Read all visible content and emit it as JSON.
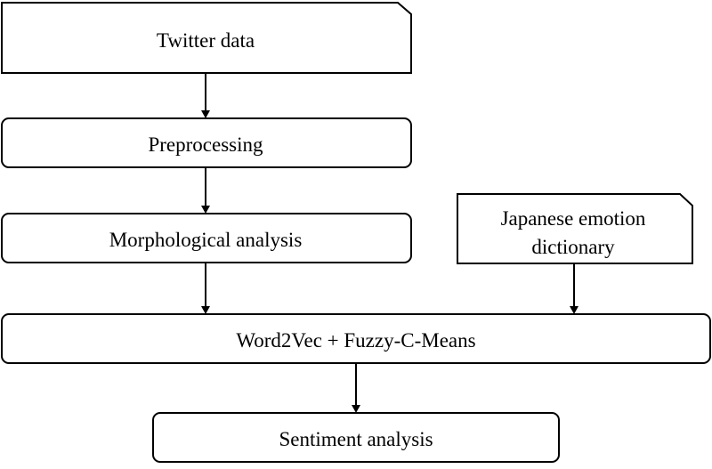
{
  "nodes": {
    "twitter_data": {
      "label": "Twitter data",
      "shape": "document"
    },
    "preprocessing": {
      "label": "Preprocessing",
      "shape": "process"
    },
    "morphological_analysis": {
      "label": "Morphological analysis",
      "shape": "process"
    },
    "japanese_emotion_dictionary": {
      "label_lines": [
        "Japanese emotion",
        "dictionary"
      ],
      "shape": "document"
    },
    "word2vec_fcm": {
      "label": "Word2Vec + Fuzzy-C-Means",
      "shape": "process"
    },
    "sentiment_analysis": {
      "label": "Sentiment analysis",
      "shape": "process"
    }
  },
  "edges": [
    {
      "from": "twitter_data",
      "to": "preprocessing"
    },
    {
      "from": "preprocessing",
      "to": "morphological_analysis"
    },
    {
      "from": "morphological_analysis",
      "to": "word2vec_fcm"
    },
    {
      "from": "japanese_emotion_dictionary",
      "to": "word2vec_fcm"
    },
    {
      "from": "word2vec_fcm",
      "to": "sentiment_analysis"
    }
  ],
  "colors": {
    "stroke": "#000000",
    "fill": "#ffffff",
    "text": "#000000"
  }
}
